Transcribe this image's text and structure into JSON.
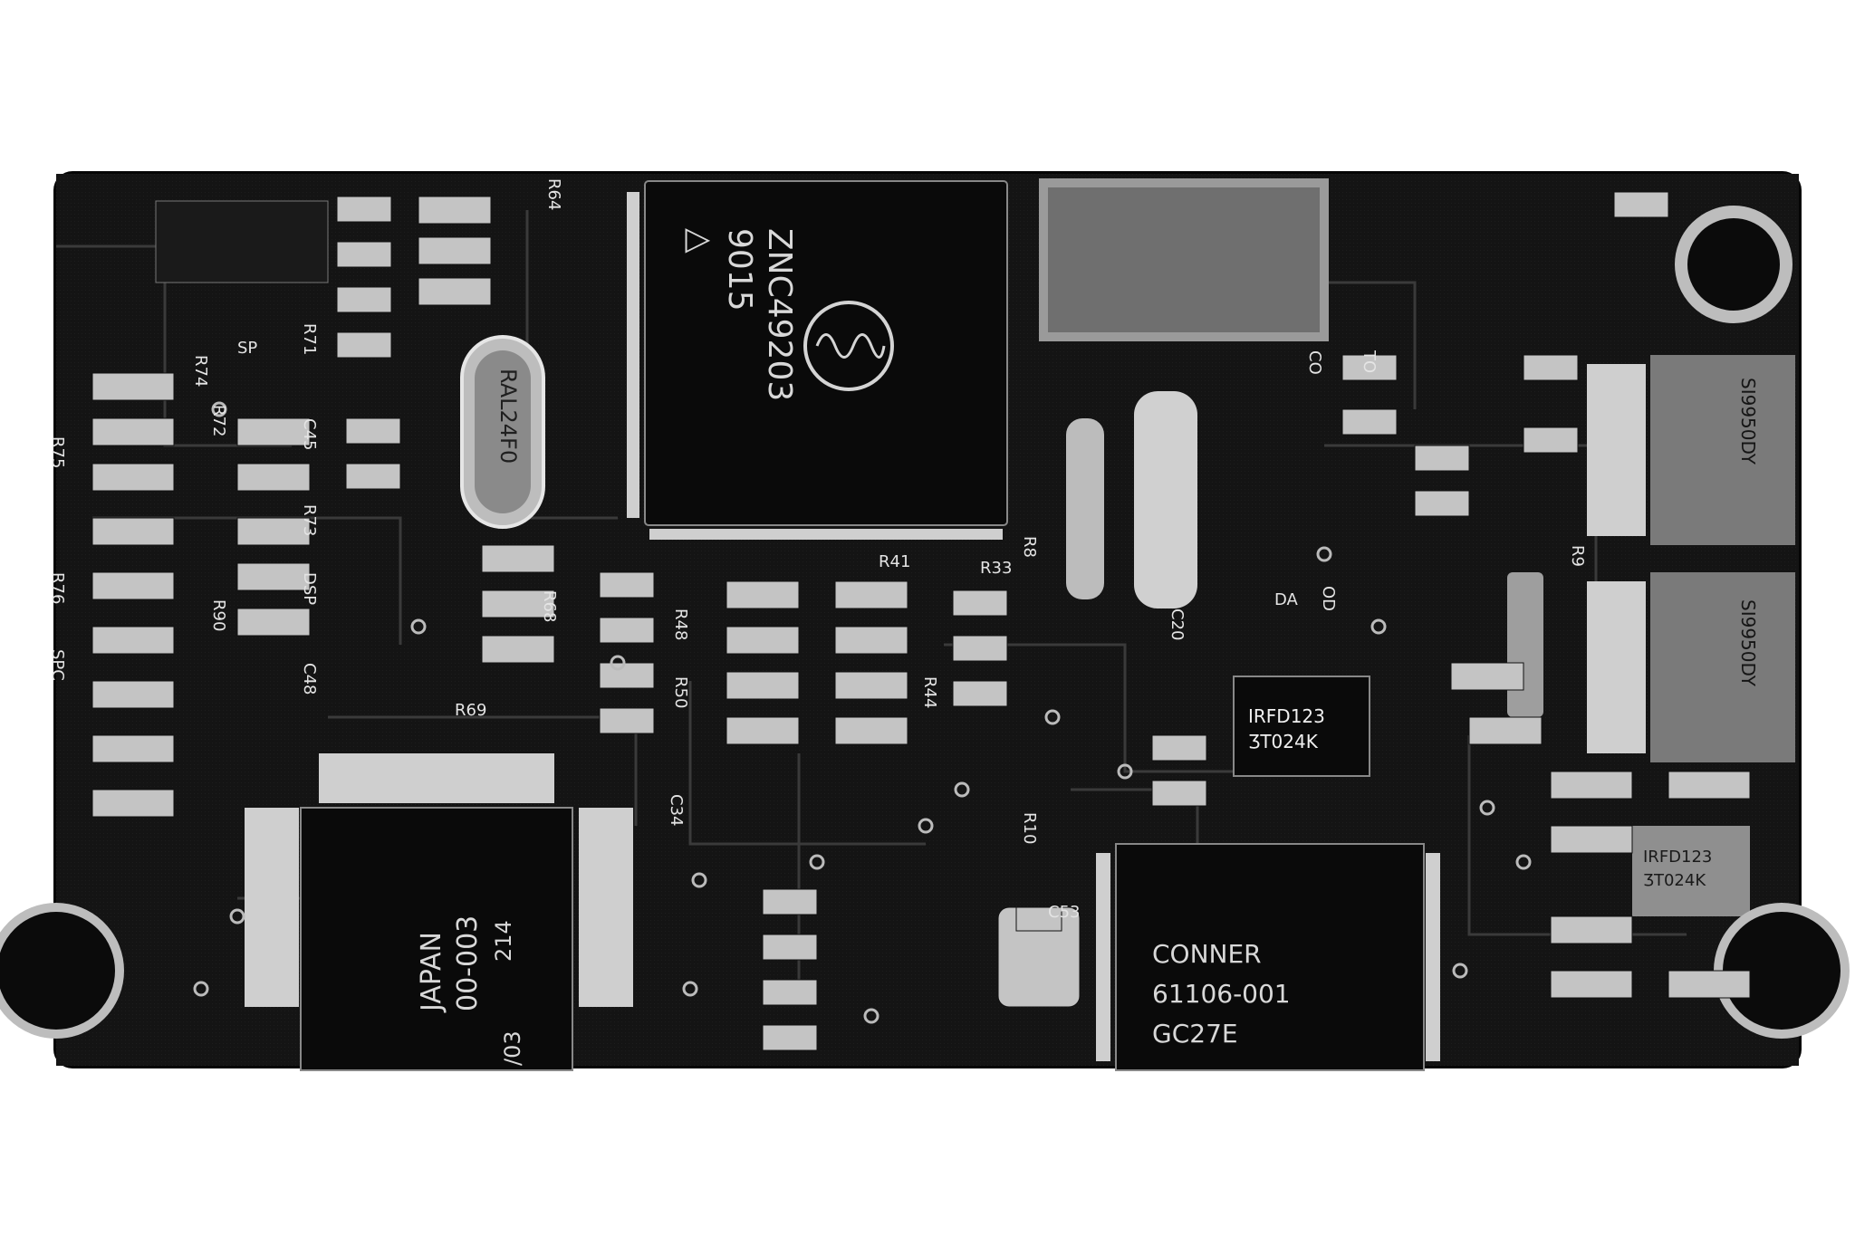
{
  "chips": {
    "zn": {
      "line1": "ZNC49203",
      "line2": "9015",
      "line3": "△"
    },
    "japan": {
      "line1": "JAPAN",
      "line2": "00-003",
      "line3": "214",
      "line4": "/03"
    },
    "conner": {
      "line1": "CONNER",
      "line2": "61106-001",
      "line3": "GC27E"
    },
    "irfd_a": {
      "line1": "IRFD123",
      "line2": "ƷT024K"
    },
    "irfd_b": {
      "line1": "IRFD123",
      "line2": "ƷT024K"
    },
    "crystal": {
      "text": "RAL24F0"
    },
    "si_a": {
      "text": "SI9950DY"
    },
    "si_b": {
      "text": "SI9950DY"
    }
  },
  "designators": [
    "R64",
    "R71",
    "C45",
    "R73",
    "R72",
    "R74",
    "R75",
    "R76",
    "R90",
    "R68",
    "R69",
    "R48",
    "R50",
    "R41",
    "R33",
    "R44",
    "C20",
    "C34",
    "C48",
    "C53",
    "R10",
    "R9",
    "R8",
    "SP",
    "DSP",
    "SPC",
    "CO",
    "DA",
    "TO",
    "OD"
  ],
  "colors": {
    "mat": "#121212",
    "trace": "#2e2e2e",
    "pad": "#b9b9b9",
    "chip": "#0a0a0a"
  }
}
